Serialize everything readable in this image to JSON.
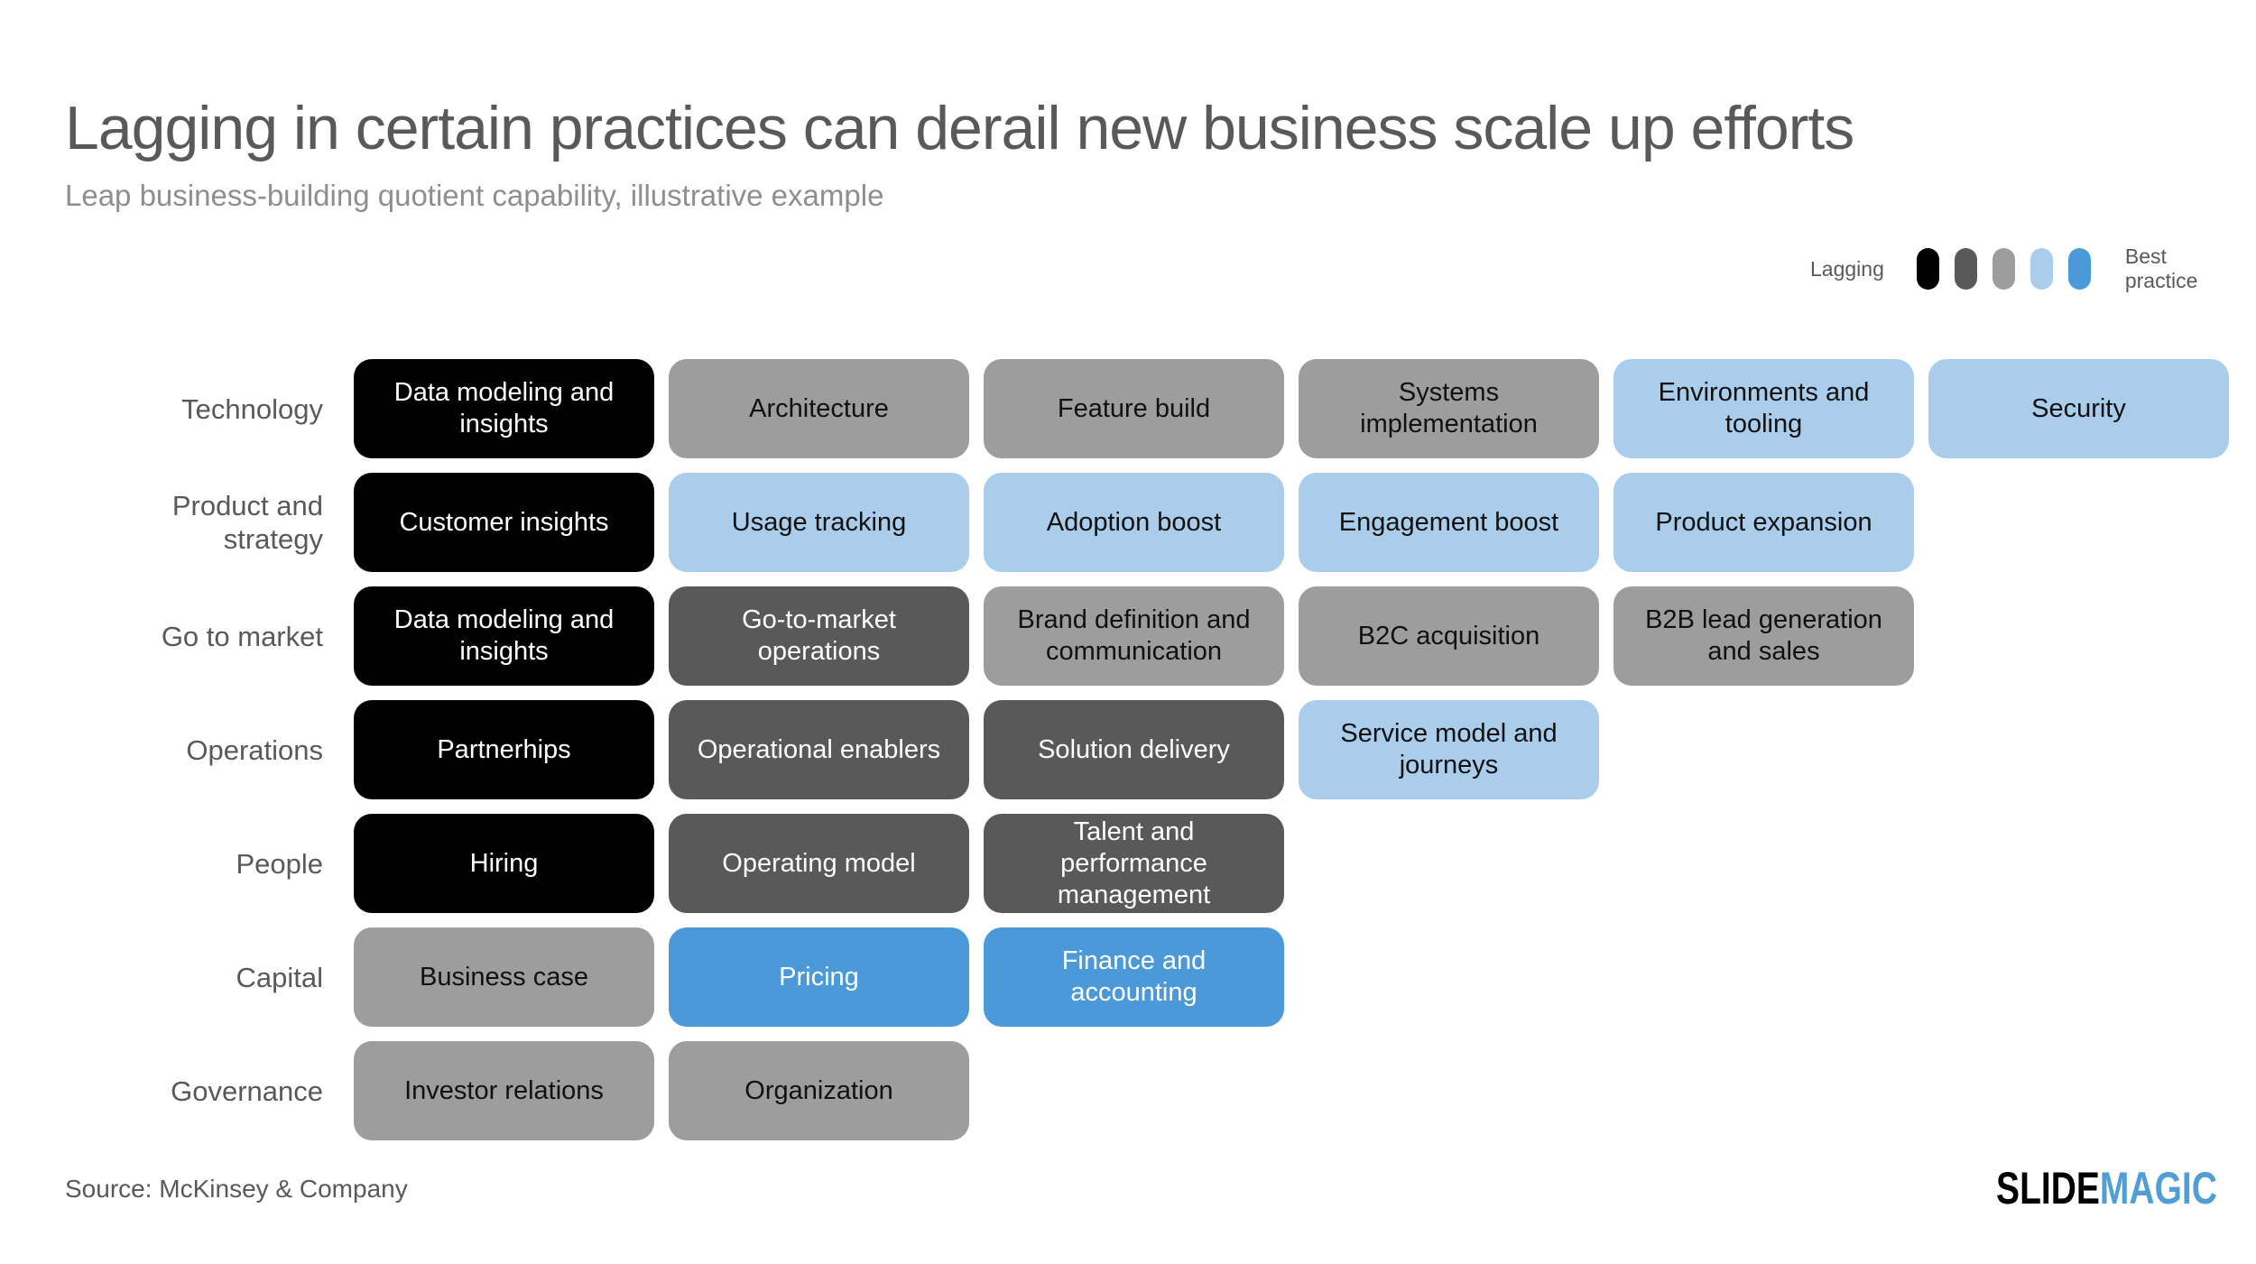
{
  "slide": {
    "title": "Lagging in certain practices can derail new business scale up efforts",
    "subtitle": "Leap business-building quotient capability, illustrative example",
    "source": "Source: McKinsey & Company",
    "logo": {
      "part1": "SLIDE",
      "part1_color": "#000000",
      "part2": "MAGIC",
      "part2_color": "#519ed6"
    }
  },
  "legend": {
    "left_label": "Lagging",
    "right_label": "Best\npractice",
    "levels": [
      {
        "key": "lagging",
        "color": "#000000",
        "text_color": "#ffffff"
      },
      {
        "key": "level-2",
        "color": "#595959",
        "text_color": "#ffffff"
      },
      {
        "key": "level-3",
        "color": "#9d9d9d",
        "text_color": "#111111"
      },
      {
        "key": "level-4",
        "color": "#a9cdeb",
        "text_color": "#111111"
      },
      {
        "key": "best-practice",
        "color": "#4b99d9",
        "text_color": "#ffffff"
      }
    ]
  },
  "matrix": {
    "rows": [
      {
        "label": "Technology",
        "cells": [
          {
            "text": "Data modeling and insights",
            "level": 0
          },
          {
            "text": "Architecture",
            "level": 2
          },
          {
            "text": "Feature build",
            "level": 2
          },
          {
            "text": "Systems implementation",
            "level": 2
          },
          {
            "text": "Environments and tooling",
            "level": 3
          },
          {
            "text": "Security",
            "level": 3
          }
        ]
      },
      {
        "label": "Product and strategy",
        "cells": [
          {
            "text": "Customer insights",
            "level": 0
          },
          {
            "text": "Usage tracking",
            "level": 3
          },
          {
            "text": "Adoption boost",
            "level": 3
          },
          {
            "text": "Engagement boost",
            "level": 3
          },
          {
            "text": "Product expansion",
            "level": 3
          }
        ]
      },
      {
        "label": "Go to market",
        "cells": [
          {
            "text": "Data modeling and insights",
            "level": 0
          },
          {
            "text": "Go-to-market operations",
            "level": 1
          },
          {
            "text": "Brand definition and communication",
            "level": 2
          },
          {
            "text": "B2C acquisition",
            "level": 2
          },
          {
            "text": "B2B lead generation and sales",
            "level": 2
          }
        ]
      },
      {
        "label": "Operations",
        "cells": [
          {
            "text": "Partnerhips",
            "level": 0
          },
          {
            "text": "Operational enablers",
            "level": 1
          },
          {
            "text": "Solution delivery",
            "level": 1
          },
          {
            "text": "Service model and journeys",
            "level": 3
          }
        ]
      },
      {
        "label": "People",
        "cells": [
          {
            "text": "Hiring",
            "level": 0
          },
          {
            "text": "Operating model",
            "level": 1
          },
          {
            "text": "Talent and performance management",
            "level": 1
          }
        ]
      },
      {
        "label": "Capital",
        "cells": [
          {
            "text": "Business case",
            "level": 2
          },
          {
            "text": "Pricing",
            "level": 4
          },
          {
            "text": "Finance and accounting",
            "level": 4
          }
        ]
      },
      {
        "label": "Governance",
        "cells": [
          {
            "text": "Investor relations",
            "level": 2
          },
          {
            "text": "Organization",
            "level": 2
          }
        ]
      }
    ]
  }
}
